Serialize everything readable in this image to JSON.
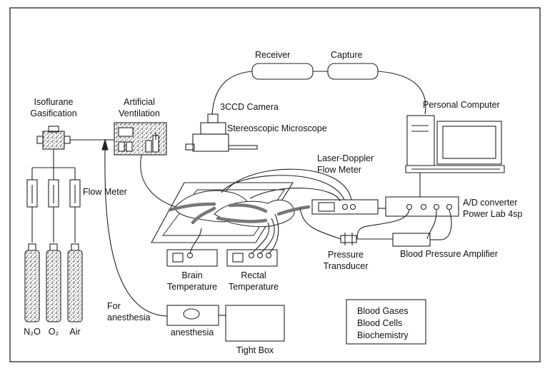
{
  "labels": {
    "receiver": "Receiver",
    "capture": "Capture",
    "personal_computer": "Personal Computer",
    "camera": "3CCD Camera",
    "microscope": "Stereoscopic Microscope",
    "isoflurane_1": "Isoflurane",
    "isoflurane_2": "Gasification",
    "ventilation_1": "Artificial",
    "ventilation_2": "Ventilation",
    "laser_1": "Laser-Doppler",
    "laser_2": "Flow Meter",
    "flow_meter": "Flow Meter",
    "ad_1": "A/D converter",
    "ad_2": "Power Lab 4sp",
    "pressure_1": "Pressure",
    "pressure_2": "Transducer",
    "bp_amp": "Blood Pressure Amplifier",
    "brain_1": "Brain",
    "brain_2": "Temperature",
    "rectal_1": "Rectal",
    "rectal_2": "Temperature",
    "for_anesthesia_1": "For",
    "for_anesthesia_2": "anesthesia",
    "anesthesia": "anesthesia",
    "tight_box": "Tight Box",
    "gas_n2o": "N₂O",
    "gas_o2": "O₂",
    "gas_air": "Air",
    "blood_gases": "Blood Gases",
    "blood_cells": "Blood Cells",
    "biochemistry": "Biochemistry"
  }
}
